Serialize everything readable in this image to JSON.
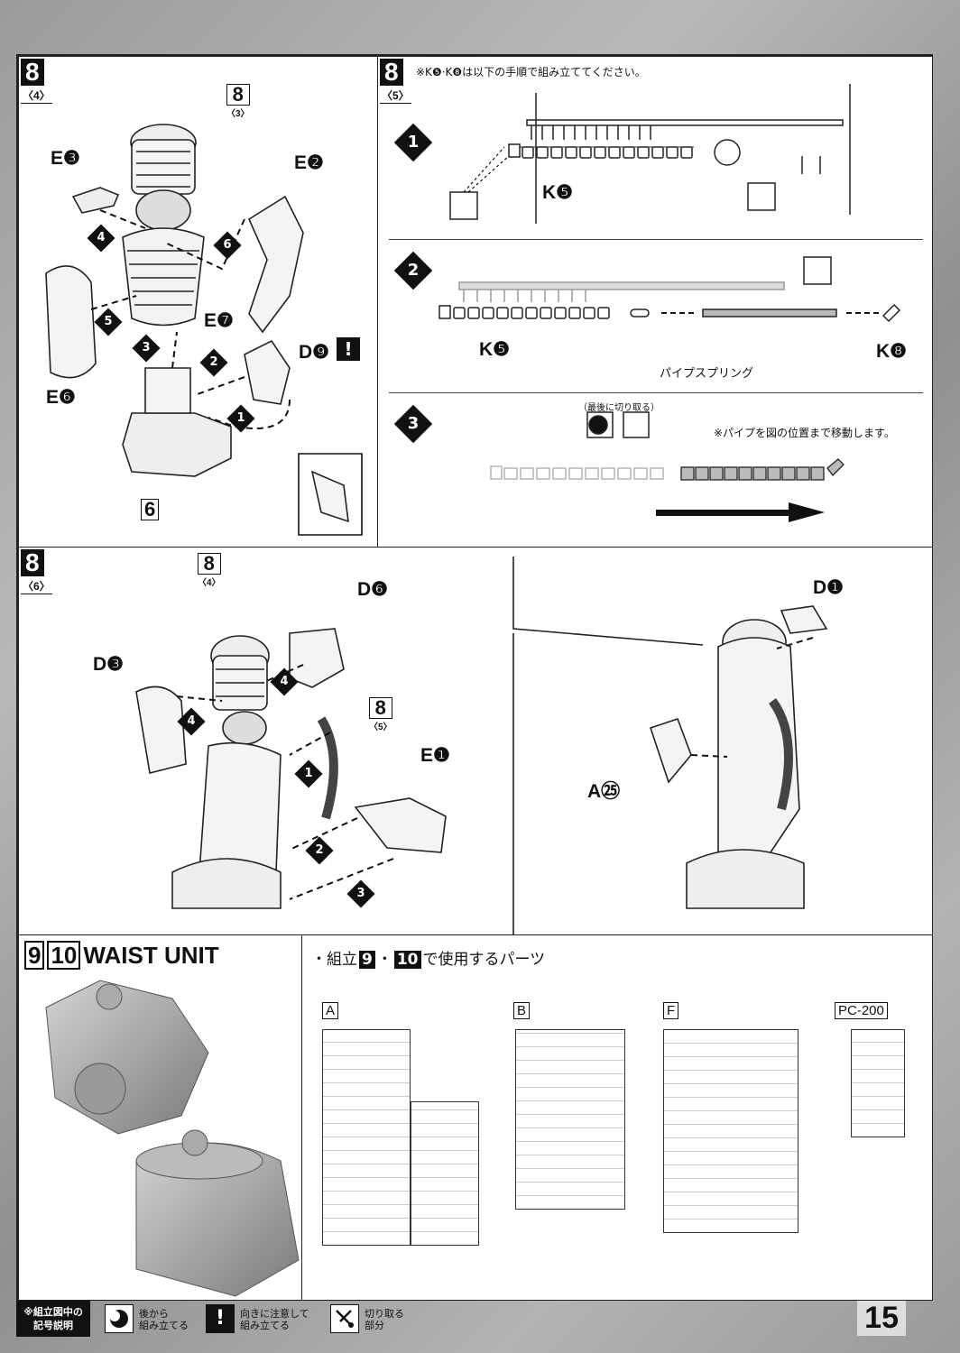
{
  "page_number": "15",
  "panel_8_4": {
    "step": "8",
    "sub": "〈4〉",
    "ref": {
      "num": "8",
      "sub": "〈3〉"
    },
    "parts": [
      "E❸",
      "E❷",
      "E❼",
      "E❻",
      "D❾"
    ],
    "markers": [
      "4",
      "6",
      "5",
      "3",
      "2",
      "1"
    ],
    "warn": "!",
    "base_ref": "6"
  },
  "panel_8_5": {
    "step": "8",
    "sub": "〈5〉",
    "note": "※K❺·K❽は以下の手順で組み立ててください。",
    "step1": {
      "num": "1",
      "label": "K❺"
    },
    "step2": {
      "num": "2",
      "k5": "K❺",
      "k8": "K❽",
      "spring": "パイプスプリング"
    },
    "step3": {
      "num": "3",
      "cut_last": "（最後に切り取る）",
      "move_note": "※パイプを図の位置まで移動します。"
    }
  },
  "panel_8_6": {
    "step": "8",
    "sub": "〈6〉",
    "ref": {
      "num": "8",
      "sub": "〈4〉"
    },
    "ref2": {
      "num": "8",
      "sub": "〈5〉"
    },
    "parts": [
      "D❻",
      "D❸",
      "E❶",
      "D❶",
      "A㉕"
    ],
    "markers": [
      "4",
      "4",
      "1",
      "2",
      "3"
    ]
  },
  "waist": {
    "num1": "9",
    "num2": "10",
    "title": "WAIST UNIT",
    "parts_heading": "・組立",
    "parts_heading_tail": "で使用するパーツ",
    "h9": "9",
    "h10": "10",
    "runners": [
      "A",
      "B",
      "F",
      "PC-200"
    ]
  },
  "legend": {
    "title": "※組立図中の\n記号説明",
    "items": [
      {
        "icon": "back-assembly-icon",
        "text": "後から\n組み立てる"
      },
      {
        "icon": "direction-warning-icon",
        "text": "向きに注意して\n組み立てる"
      },
      {
        "icon": "cut-icon",
        "text": "切り取る\n部分"
      }
    ]
  }
}
